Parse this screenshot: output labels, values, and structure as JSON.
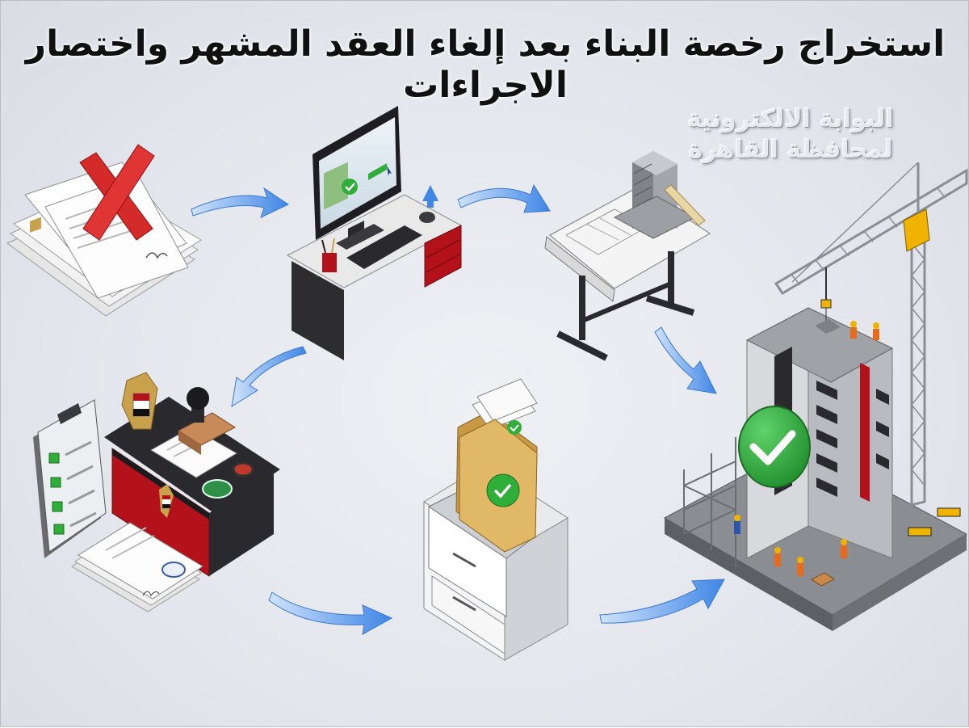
{
  "title": "استخراج رخصة البناء بعد إلغاء العقد المشهر  واختصار الاجراءات",
  "watermark": {
    "line1": "البوابة الالكترونية",
    "line2": "لمحافظة القاهرة"
  },
  "colors": {
    "arrow": "#4a8ee8",
    "arrow_light": "#9cc6f7",
    "red_x": "#d42a2a",
    "check_green": "#2fae3a",
    "desk_red": "#b3121b",
    "dark": "#2a2a2e",
    "folder": "#d6b06a"
  },
  "icons": [
    "cancelled-contract-papers-icon",
    "computer-desk-icon",
    "drafting-table-icon",
    "government-stamp-desk-icon",
    "checklist-clipboard-icon",
    "file-cabinet-icon",
    "construction-building-icon",
    "tower-crane-icon"
  ]
}
